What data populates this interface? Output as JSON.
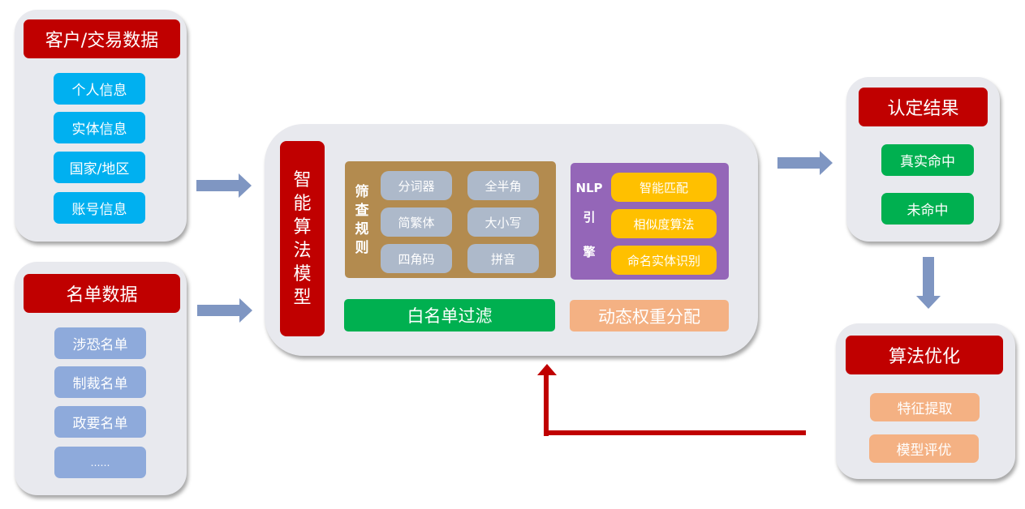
{
  "customer_panel": {
    "title": "客户/交易数据",
    "items": [
      "个人信息",
      "实体信息",
      "国家/地区",
      "账号信息"
    ]
  },
  "list_panel": {
    "title": "名单数据",
    "items": [
      "涉恐名单",
      "制裁名单",
      "政要名单",
      "……"
    ]
  },
  "model_panel": {
    "title_chars": [
      "智",
      "能",
      "算",
      "法",
      "模",
      "型"
    ],
    "rules": {
      "label_chars": [
        "筛",
        "查",
        "规",
        "则"
      ],
      "items": [
        "分词器",
        "全半角",
        "简繁体",
        "大小写",
        "四角码",
        "拼音"
      ]
    },
    "nlp": {
      "label_lines": [
        "NLP",
        "引",
        "擎"
      ],
      "items": [
        "智能匹配",
        "相似度算法",
        "命名实体识别"
      ]
    },
    "whitelist_label": "白名单过滤",
    "weight_label": "动态权重分配"
  },
  "result_panel": {
    "title": "认定结果",
    "items": [
      "真实命中",
      "未命中"
    ]
  },
  "optimize_panel": {
    "title": "算法优化",
    "items": [
      "特征提取",
      "模型评优"
    ]
  },
  "colors": {
    "header_red": "#c00000",
    "panel_bg": "#e8e9ee",
    "customer_chip": "#00b0f0",
    "list_chip": "#8eaadb",
    "rules_bg": "#b38b4f",
    "rules_chip": "#adb9ca",
    "nlp_bg": "#9466b8",
    "nlp_chip": "#ffc000",
    "green": "#00b050",
    "peach": "#f4b183",
    "flow_arrow": "#7f96c2",
    "feedback_arrow": "#c00000"
  }
}
